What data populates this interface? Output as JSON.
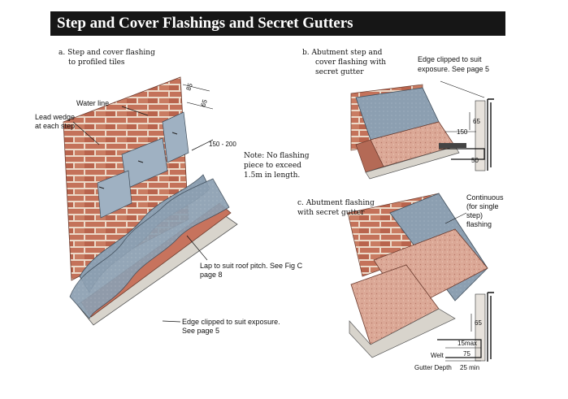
{
  "title": "Step and Cover Flashings and Secret Gutters",
  "panel_a": {
    "caption_line1": "a. Step and cover flashing",
    "caption_line2": "to profiled tiles",
    "water_line": "Water line",
    "lead_wedge_line1": "Lead wedge",
    "lead_wedge_line2": "at each step",
    "dim_85": "85",
    "dim_65": "65",
    "dim_150_200": "150 - 200",
    "note_line1": "Note: No flashing",
    "note_line2": "piece to exceed",
    "note_line3": "1.5m in length.",
    "lap_line1": "Lap to suit roof pitch. See Fig C",
    "lap_line2": "page 8",
    "edge_line1": "Edge clipped to suit exposure.",
    "edge_line2": "See page 5"
  },
  "panel_b": {
    "caption_line1": "b. Abutment step and",
    "caption_line2": "cover flashing with",
    "caption_line3": "secret gutter",
    "edge_line1": "Edge clipped to suit",
    "edge_line2": "exposure. See page 5",
    "dim_65": "65",
    "dim_150": "150",
    "dim_50": "50"
  },
  "panel_c": {
    "caption_line1": "c. Abutment flashing",
    "caption_line2": "with secret gutter",
    "cont_line1": "Continuous",
    "cont_line2": "(for single",
    "cont_line3": "step)",
    "cont_line4": "flashing",
    "dim_65": "65",
    "dim_15max": "15max",
    "dim_75": "75",
    "welt": "Welt",
    "gutter_depth": "Gutter Depth",
    "dim_25min": "25 min"
  },
  "colors": {
    "brick": "#c4725a",
    "mortar": "#ecd9c8",
    "lead": "#8c9fb1",
    "tile": "#dba896",
    "title_bg": "#161616"
  }
}
